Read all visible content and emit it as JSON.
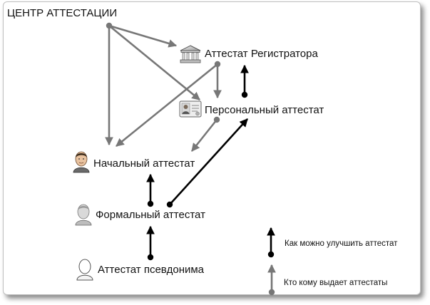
{
  "title": "ЦЕНТР АТТЕСТАЦИИ",
  "nodes": {
    "registrar": "Аттестат Регистратора",
    "personal": "Персональный аттестат",
    "initial": "Начальный аттестат",
    "formal": "Формальный аттестат",
    "pseudonym": "Аттестат псевдонима"
  },
  "legend": {
    "improve": "Как можно улучшить аттестат",
    "issues": "Кто кому выдает аттестаты"
  },
  "colors": {
    "issue_arrow": "#777777",
    "improve_arrow": "#000000",
    "text": "#111111"
  },
  "icons": {
    "registrar": "bank-building-icon",
    "personal": "id-card-icon",
    "initial": "user-avatar-color-icon",
    "formal": "user-avatar-gray-icon",
    "pseudonym": "user-avatar-outline-icon"
  }
}
